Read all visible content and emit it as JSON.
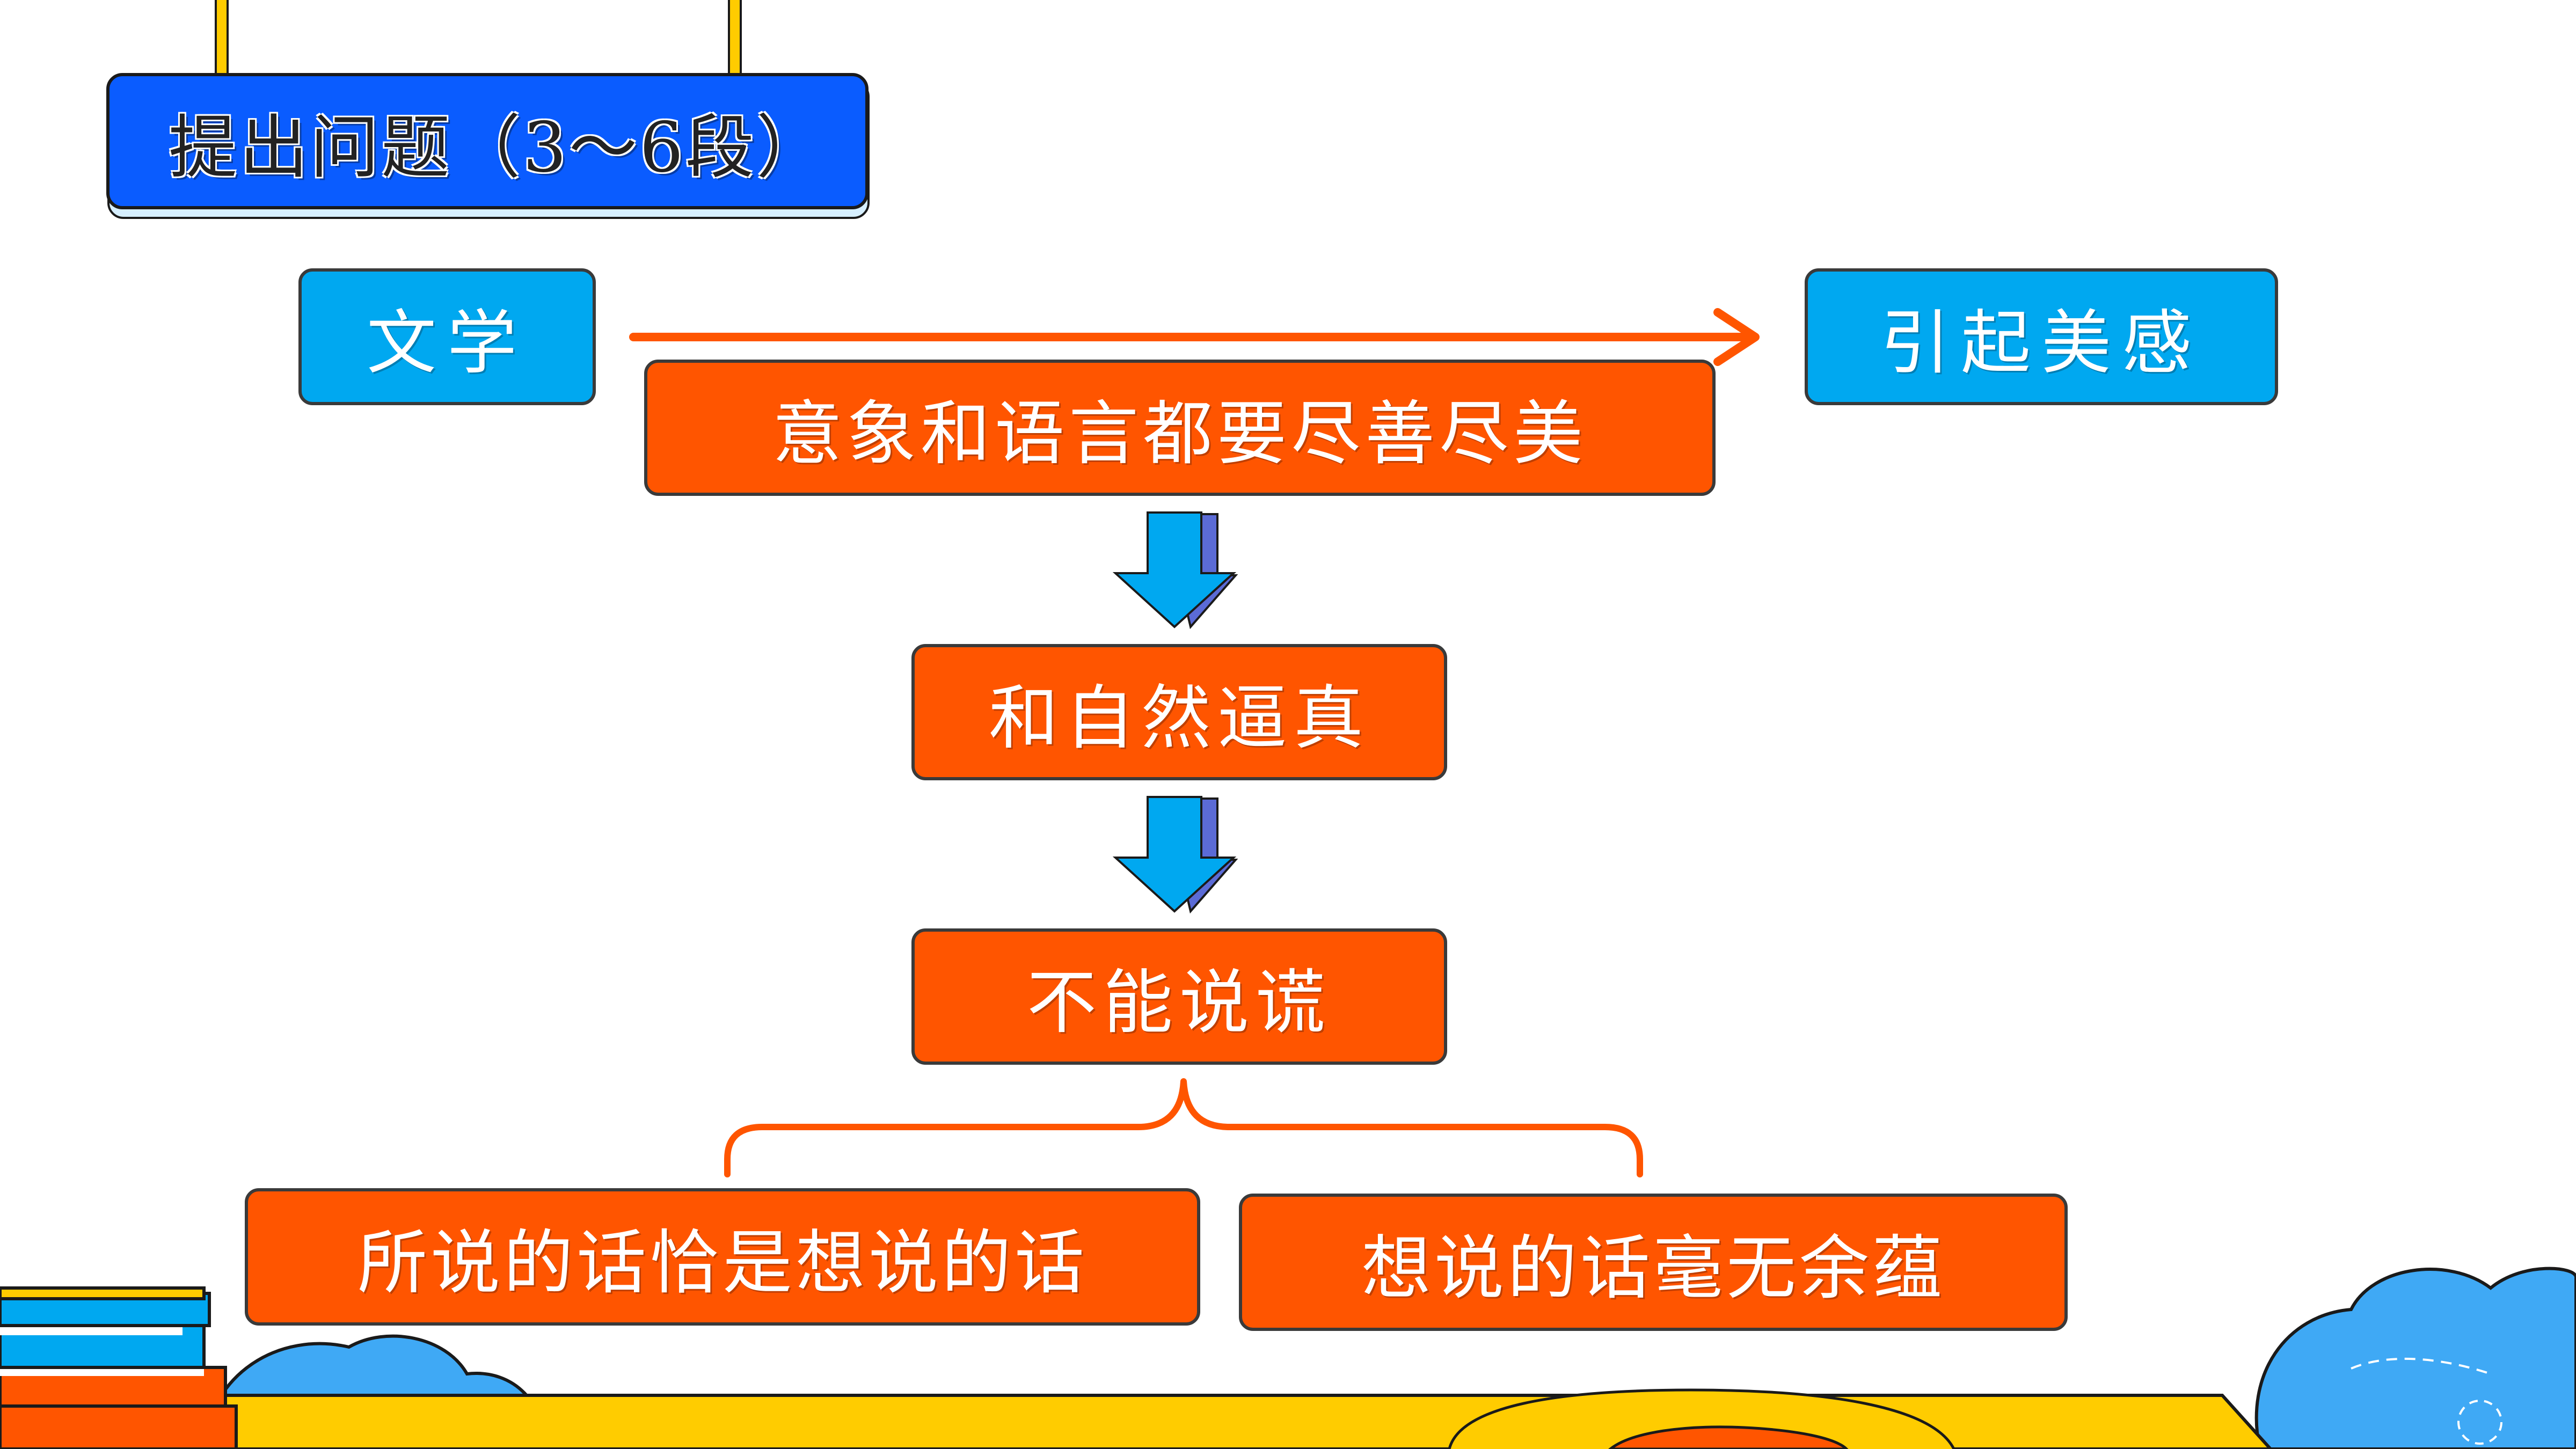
{
  "title": "提出问题（3～6段）",
  "nodes": {
    "literature": "文学",
    "beauty": "引起美感",
    "perfect": "意象和语言都要尽善尽美",
    "natural": "和自然逼真",
    "no_lies": "不能说谎",
    "left_branch": "所说的话恰是想说的话",
    "right_branch": "想说的话毫无余蕴"
  },
  "colors": {
    "blue_node": "#00A8F0",
    "orange_node": "#FF5500",
    "title_bg": "#0A5CFF",
    "arrow_blue": "#00A8F0",
    "line_orange": "#FF5500",
    "footer_yellow": "#FFCC00"
  }
}
